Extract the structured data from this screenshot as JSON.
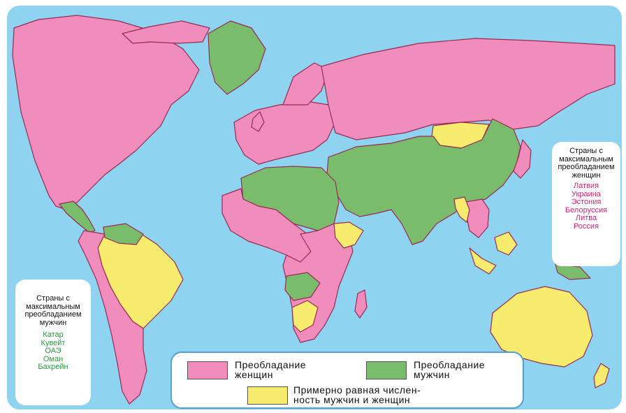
{
  "colors": {
    "ocean": "#8ed3f0",
    "women": "#f08dbd",
    "men": "#79bd6c",
    "equal": "#f8ec6e",
    "border": "#9b2a52",
    "women_text": "#d4247a",
    "men_text": "#2d9a3a"
  },
  "men_inset": {
    "title": "Страны с максимальным преобладанием мужчин",
    "countries": [
      "Катар",
      "Кувейт",
      "ОАЭ",
      "Оман",
      "Бахрейн"
    ]
  },
  "women_inset": {
    "title": "Страны с максимальным преобладанием женщин",
    "countries": [
      "Латвия",
      "Украина",
      "Эстония",
      "Белоруссия",
      "Литва",
      "Россия"
    ]
  },
  "legend": {
    "women": "Преобладание\nженщин",
    "men": "Преобладание\nмужчин",
    "equal": "Примерно равная числен-\nность мужчин и женщин"
  }
}
